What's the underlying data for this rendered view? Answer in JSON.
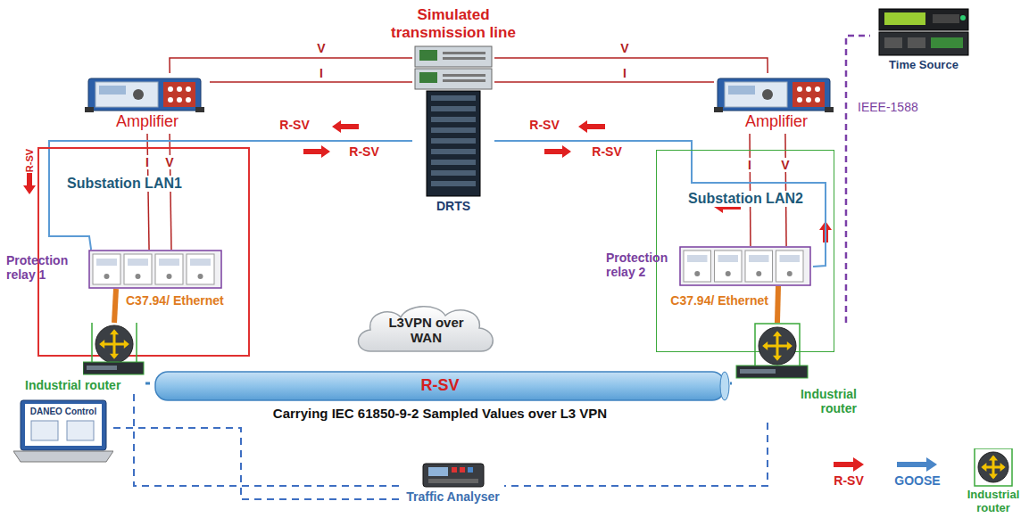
{
  "diagram": {
    "nodes": [
      {
        "text": [
          "Amplifier"
        ]
      },
      {
        "text": [
          "DRTS"
        ]
      },
      {
        "text": [
          "Amplifier"
        ]
      },
      {
        "text": [
          "Substation LAN1"
        ]
      },
      {
        "text": [
          "Protection relay 1"
        ],
        "in": 3
      },
      {
        "text": [
          "Industrial router"
        ]
      },
      {
        "text": [
          "Substation LAN2"
        ]
      },
      {
        "text": [
          "Protection relay 2"
        ],
        "in": 6
      },
      {
        "text": [
          "Industrial router"
        ]
      },
      {
        "text": [
          "L3VPN over WAN"
        ]
      },
      {
        "text": [
          "Time Source"
        ]
      },
      {
        "text": [
          "Traffic Analyser"
        ]
      },
      {
        "text": [
          "DANEO Control"
        ]
      },
      {
        "text": [
          "R-SV",
          "Carrying IEC 61850-9-2 Sampled Values over L3 VPN"
        ]
      },
      {
        "text": [
          "Industrial router"
        ]
      }
    ],
    "edges": [
      {
        "from": 0,
        "to": 1,
        "label": "V",
        "arrow": "none"
      },
      {
        "from": 0,
        "to": 1,
        "label": "I",
        "arrow": "none"
      },
      {
        "from": 2,
        "to": 1,
        "label": "V",
        "arrow": "none"
      },
      {
        "from": 2,
        "to": 1,
        "label": "I",
        "arrow": "none"
      },
      {
        "from": 0,
        "to": 4,
        "label": "I",
        "arrow": "none"
      },
      {
        "from": 0,
        "to": 4,
        "label": "V",
        "arrow": "none"
      },
      {
        "from": 2,
        "to": 7,
        "label": "I",
        "arrow": "none"
      },
      {
        "from": 2,
        "to": 7,
        "label": "V",
        "arrow": "none"
      },
      {
        "from": 1,
        "to": 4,
        "label": "R-SV",
        "arrow": "none"
      },
      {
        "from": 1,
        "to": 7,
        "label": "R-SV",
        "arrow": "none"
      },
      {
        "from": 4,
        "to": 5,
        "label": "C37.94/ Ethernet",
        "arrow": "none"
      },
      {
        "from": 7,
        "to": 8,
        "label": "C37.94/ Ethernet",
        "arrow": "none"
      },
      {
        "from": 5,
        "to": 13,
        "arrow": "none"
      },
      {
        "from": 13,
        "to": 8,
        "arrow": "none"
      },
      {
        "from": 8,
        "to": 10,
        "label": "IEEE-1588",
        "arrow": "none"
      },
      {
        "from": 5,
        "to": 11,
        "arrow": "none"
      },
      {
        "from": 12,
        "to": 11,
        "arrow": "none"
      },
      {
        "from": 8,
        "to": 11,
        "arrow": "none"
      }
    ],
    "labels": [
      "Simulated transmission line",
      "R-SV",
      "R-SV",
      "R-SV"
    ],
    "legend": [
      {
        "text": "R-SV"
      },
      {
        "text": "GOOSE"
      }
    ]
  }
}
